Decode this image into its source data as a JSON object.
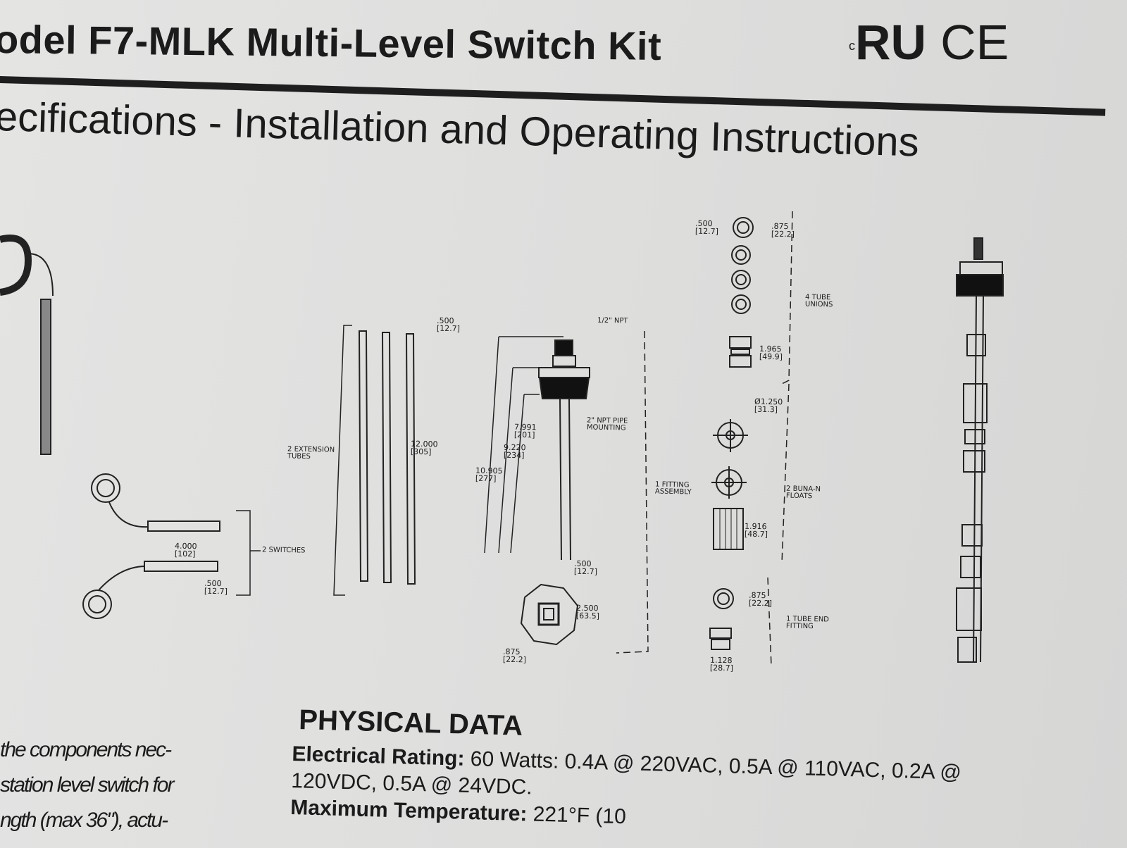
{
  "header": {
    "title": "odel F7-MLK Multi-Level Switch Kit",
    "subtitle": "ecifications - Installation and Operating Instructions",
    "cert_prefix": "c",
    "cert_ul": "RU",
    "cert_ce": "CE"
  },
  "diagram": {
    "switches": {
      "label": "2 SWITCHES",
      "length": "4.000\n[102]",
      "dia": ".500\n[12.7]"
    },
    "tubes": {
      "label": "2 EXTENSION\nTUBES",
      "width": ".500\n[12.7]",
      "length": "12.000\n[305]"
    },
    "mount": {
      "npt_half": "1/2\" NPT",
      "npt_two": "2\" NPT PIPE\nMOUNTING",
      "d1": "7.991\n[201]",
      "d2": "9.220\n[234]",
      "d3": "10.905\n[277]",
      "stem": ".500\n[12.7]",
      "hex": "2.500\n[63.5]",
      "hex_small": ".875\n[22.2]"
    },
    "unions": {
      "label": "4 TUBE\nUNIONS",
      "w": ".500\n[12.7]",
      "h": ".875\n[22.2]",
      "len": "1.965\n[49.9]"
    },
    "floats": {
      "label": "2 BUNA-N\nFLOATS",
      "dia": "Ø1.250\n[31.3]",
      "len": "1.916\n[48.7]"
    },
    "fitting": {
      "label": "1 FITTING\nASSEMBLY"
    },
    "tube_end": {
      "label": "1 TUBE END\nFITTING",
      "h": ".875\n[22.2]",
      "len": "1.128\n[28.7]"
    }
  },
  "physical": {
    "heading": "PHYSICAL DATA",
    "elec_label": "Electrical Rating:",
    "elec_value": " 60 Watts: 0.4A @ 220VAC, 0.5A @ 110VAC, 0.2A @",
    "elec_value2": "120VDC, 0.5A @ 24VDC.",
    "temp_label": "Maximum Temperature:",
    "temp_value": " 221°F (10"
  },
  "left_text": [
    "the components nec-",
    "station level switch for",
    "ngth (max 36\"), actu-"
  ]
}
